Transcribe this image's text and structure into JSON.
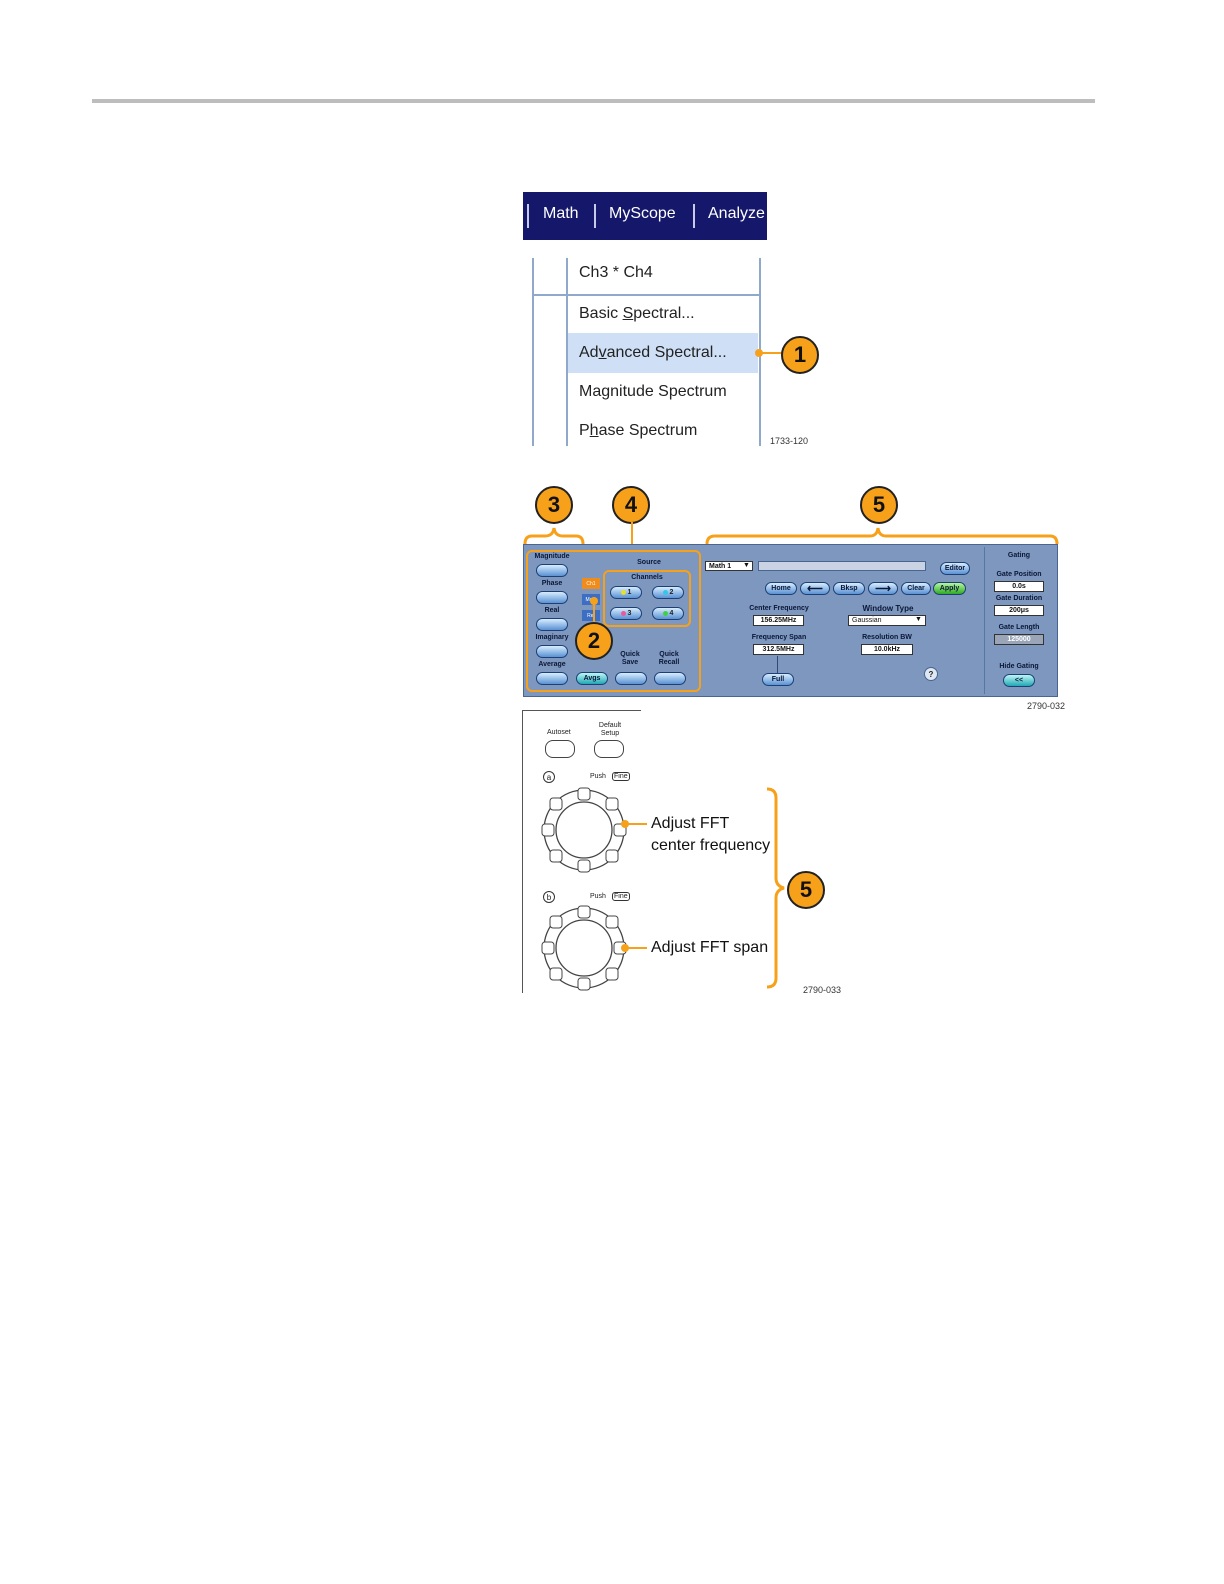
{
  "menubar": {
    "items": [
      "Math",
      "MyScope",
      "Analyze"
    ]
  },
  "dropdown": {
    "items": [
      {
        "pre": "Ch3 * Ch4",
        "u": "",
        "post": ""
      },
      {
        "pre": "Basic ",
        "u": "S",
        "post": "pectral..."
      },
      {
        "pre": "Ad",
        "u": "v",
        "post": "anced Spectral..."
      },
      {
        "pre": "Ma",
        "u": "g",
        "post": "nitude Spectrum"
      },
      {
        "pre": "P",
        "u": "h",
        "post": "ase Spectrum"
      }
    ],
    "figure_id": "1733-120"
  },
  "callouts": {
    "c1": "1",
    "c2": "2",
    "c3": "3",
    "c4": "4",
    "c5": "5",
    "c5b": "5"
  },
  "panel": {
    "left_buttons": [
      "Magnitude",
      "Phase",
      "Real",
      "Imaginary",
      "Average"
    ],
    "source_label": "Source",
    "source_buttons": [
      "Ch1",
      "Math",
      "Ref"
    ],
    "channels_label": "Channels",
    "channels": [
      "1",
      "2",
      "3",
      "4"
    ],
    "channel_colors": [
      "#e8e02a",
      "#31c8e8",
      "#e85a9c",
      "#3fd23f"
    ],
    "avgs_label": "Avgs",
    "quick_save": "Quick Save",
    "quick_recall": "Quick Recall",
    "math_select": "Math 1",
    "editor": "Editor",
    "nav_buttons": {
      "home": "Home",
      "bksp": "Bksp",
      "clear": "Clear",
      "apply": "Apply"
    },
    "center_freq_label": "Center Frequency",
    "center_freq_value": "156.25MHz",
    "window_type_label": "Window Type",
    "window_type_value": "Gaussian",
    "freq_span_label": "Frequency Span",
    "freq_span_value": "312.5MHz",
    "rbw_label": "Resolution BW",
    "rbw_value": "10.0kHz",
    "full_label": "Full",
    "help_glyph": "?",
    "gating": {
      "title": "Gating",
      "gate_position_label": "Gate Position",
      "gate_position_value": "0.0s",
      "gate_duration_label": "Gate Duration",
      "gate_duration_value": "200μs",
      "gate_length_label": "Gate Length",
      "gate_length_value": "125000",
      "hide_label": "Hide Gating",
      "hide_btn": "<<"
    },
    "figure_id": "2790-032"
  },
  "knobs": {
    "autoset": "Autoset",
    "default_setup": "Default Setup",
    "knob_a_letter": "a",
    "knob_b_letter": "b",
    "push": "Push",
    "fine": "Fine",
    "annot_a_line1": "Adjust FFT",
    "annot_a_line2": "center frequency",
    "annot_b": "Adjust FFT span",
    "figure_id": "2790-033"
  },
  "colors": {
    "menubar": "#15186a",
    "callout": "#f7a11a",
    "panel": "#7d97bf",
    "highlight": "#cfe0f6"
  }
}
